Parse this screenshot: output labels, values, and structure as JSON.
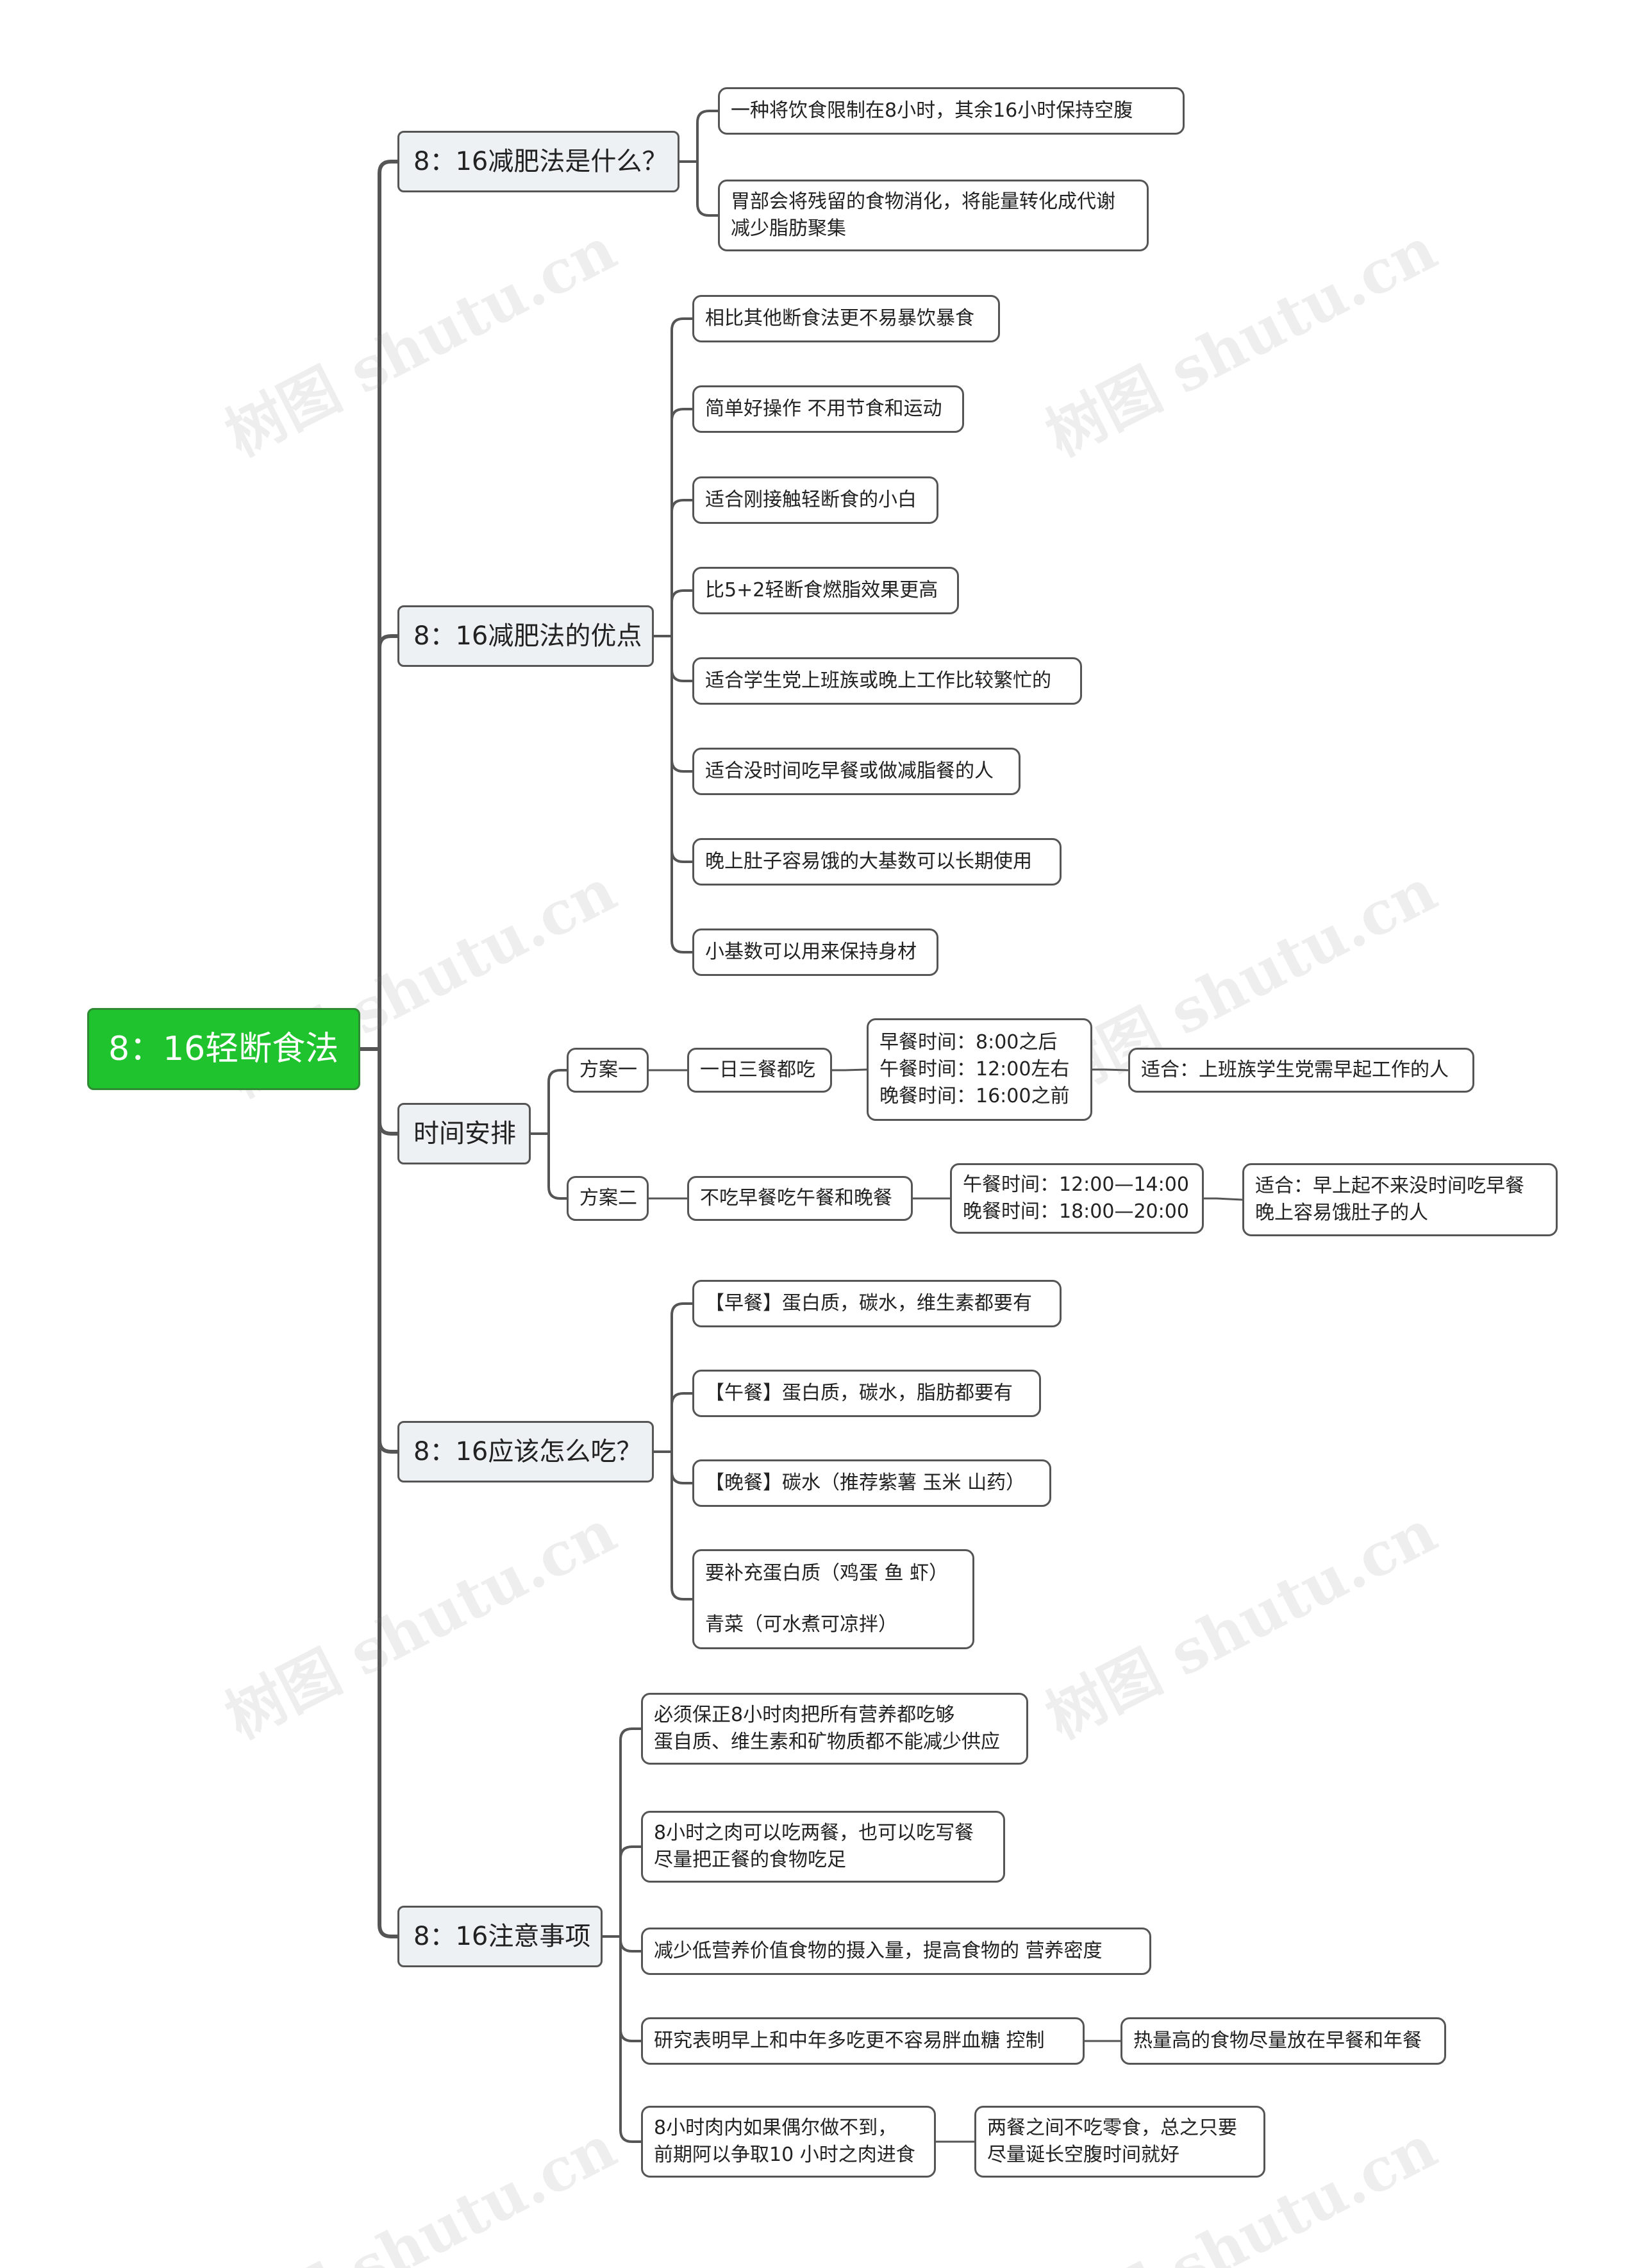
{
  "watermark": "树图 shutu.cn",
  "colors": {
    "root_fill": "#1fc32d",
    "root_border": "#2f8a34",
    "main_fill": "#eef1f4",
    "line": "#555555"
  },
  "root": {
    "label": "8：16轻断食法"
  },
  "sections": [
    {
      "title": "8：16减肥法是什么？",
      "items": [
        {
          "lines": [
            "一种将饮食限制在8小时，其余16小时保持空腹"
          ]
        },
        {
          "lines": [
            "胃部会将残留的食物消化，将能量转化成代谢",
            "减少脂肪聚集"
          ]
        }
      ]
    },
    {
      "title": "8：16减肥法的优点",
      "items": [
        {
          "lines": [
            "相比其他断食法更不易暴饮暴食"
          ]
        },
        {
          "lines": [
            "简单好操作 不用节食和运动"
          ]
        },
        {
          "lines": [
            "适合刚接触轻断食的小白"
          ]
        },
        {
          "lines": [
            "比5+2轻断食燃脂效果更高"
          ]
        },
        {
          "lines": [
            "适合学生党上班族或晚上工作比较繁忙的"
          ]
        },
        {
          "lines": [
            "适合没时间吃早餐或做减脂餐的人"
          ]
        },
        {
          "lines": [
            "晚上肚子容易饿的大基数可以长期使用"
          ]
        },
        {
          "lines": [
            "小基数可以用来保持身材"
          ]
        }
      ]
    },
    {
      "title": "时间安排",
      "plans": [
        {
          "name": "方案一",
          "desc": "一日三餐都吃",
          "times": [
            "早餐时间：8:00之后",
            "午餐时间：12:00左右",
            "晚餐时间：16:00之前"
          ],
          "suit": [
            "适合：上班族学生党需早起工作的人"
          ]
        },
        {
          "name": "方案二",
          "desc": "不吃早餐吃午餐和晚餐",
          "times": [
            "午餐时间：12:00—14:00",
            "晚餐时间：18:00—20:00"
          ],
          "suit": [
            "适合：早上起不来没时间吃早餐",
            "晚上容易饿肚子的人"
          ]
        }
      ]
    },
    {
      "title": "8：16应该怎么吃？",
      "items": [
        {
          "lines": [
            "【早餐】蛋白质，碳水，维生素都要有"
          ]
        },
        {
          "lines": [
            "【午餐】蛋白质，碳水，脂肪都要有"
          ]
        },
        {
          "lines": [
            "【晚餐】碳水（推荐紫薯 玉米 山药）"
          ]
        },
        {
          "lines": [
            "要补充蛋白质（鸡蛋 鱼 虾）",
            "青菜（可水煮可凉拌）"
          ]
        }
      ]
    },
    {
      "title": "8：16注意事项",
      "items": [
        {
          "lines": [
            "必须保正8小时肉把所有营养都吃够",
            "蛋自质、维生素和矿物质都不能减少供应"
          ]
        },
        {
          "lines": [
            "8小时之肉可以吃两餐，也可以吃写餐",
            "尽量把正餐的食物吃足"
          ]
        },
        {
          "lines": [
            "减少低营养价值食物的摄入量，提高食物的 营养密度"
          ]
        },
        {
          "lines": [
            "研究表明早上和中年多吃更不容易胖血糖 控制"
          ],
          "child": [
            "热量高的食物尽量放在早餐和年餐"
          ]
        },
        {
          "lines": [
            "8小时肉内如果偶尔做不到，",
            "前期阿以争取10 小时之肉进食"
          ],
          "child": [
            "两餐之间不吃零食，总之只要",
            "尽量诞长空腹时间就好"
          ]
        }
      ]
    }
  ]
}
